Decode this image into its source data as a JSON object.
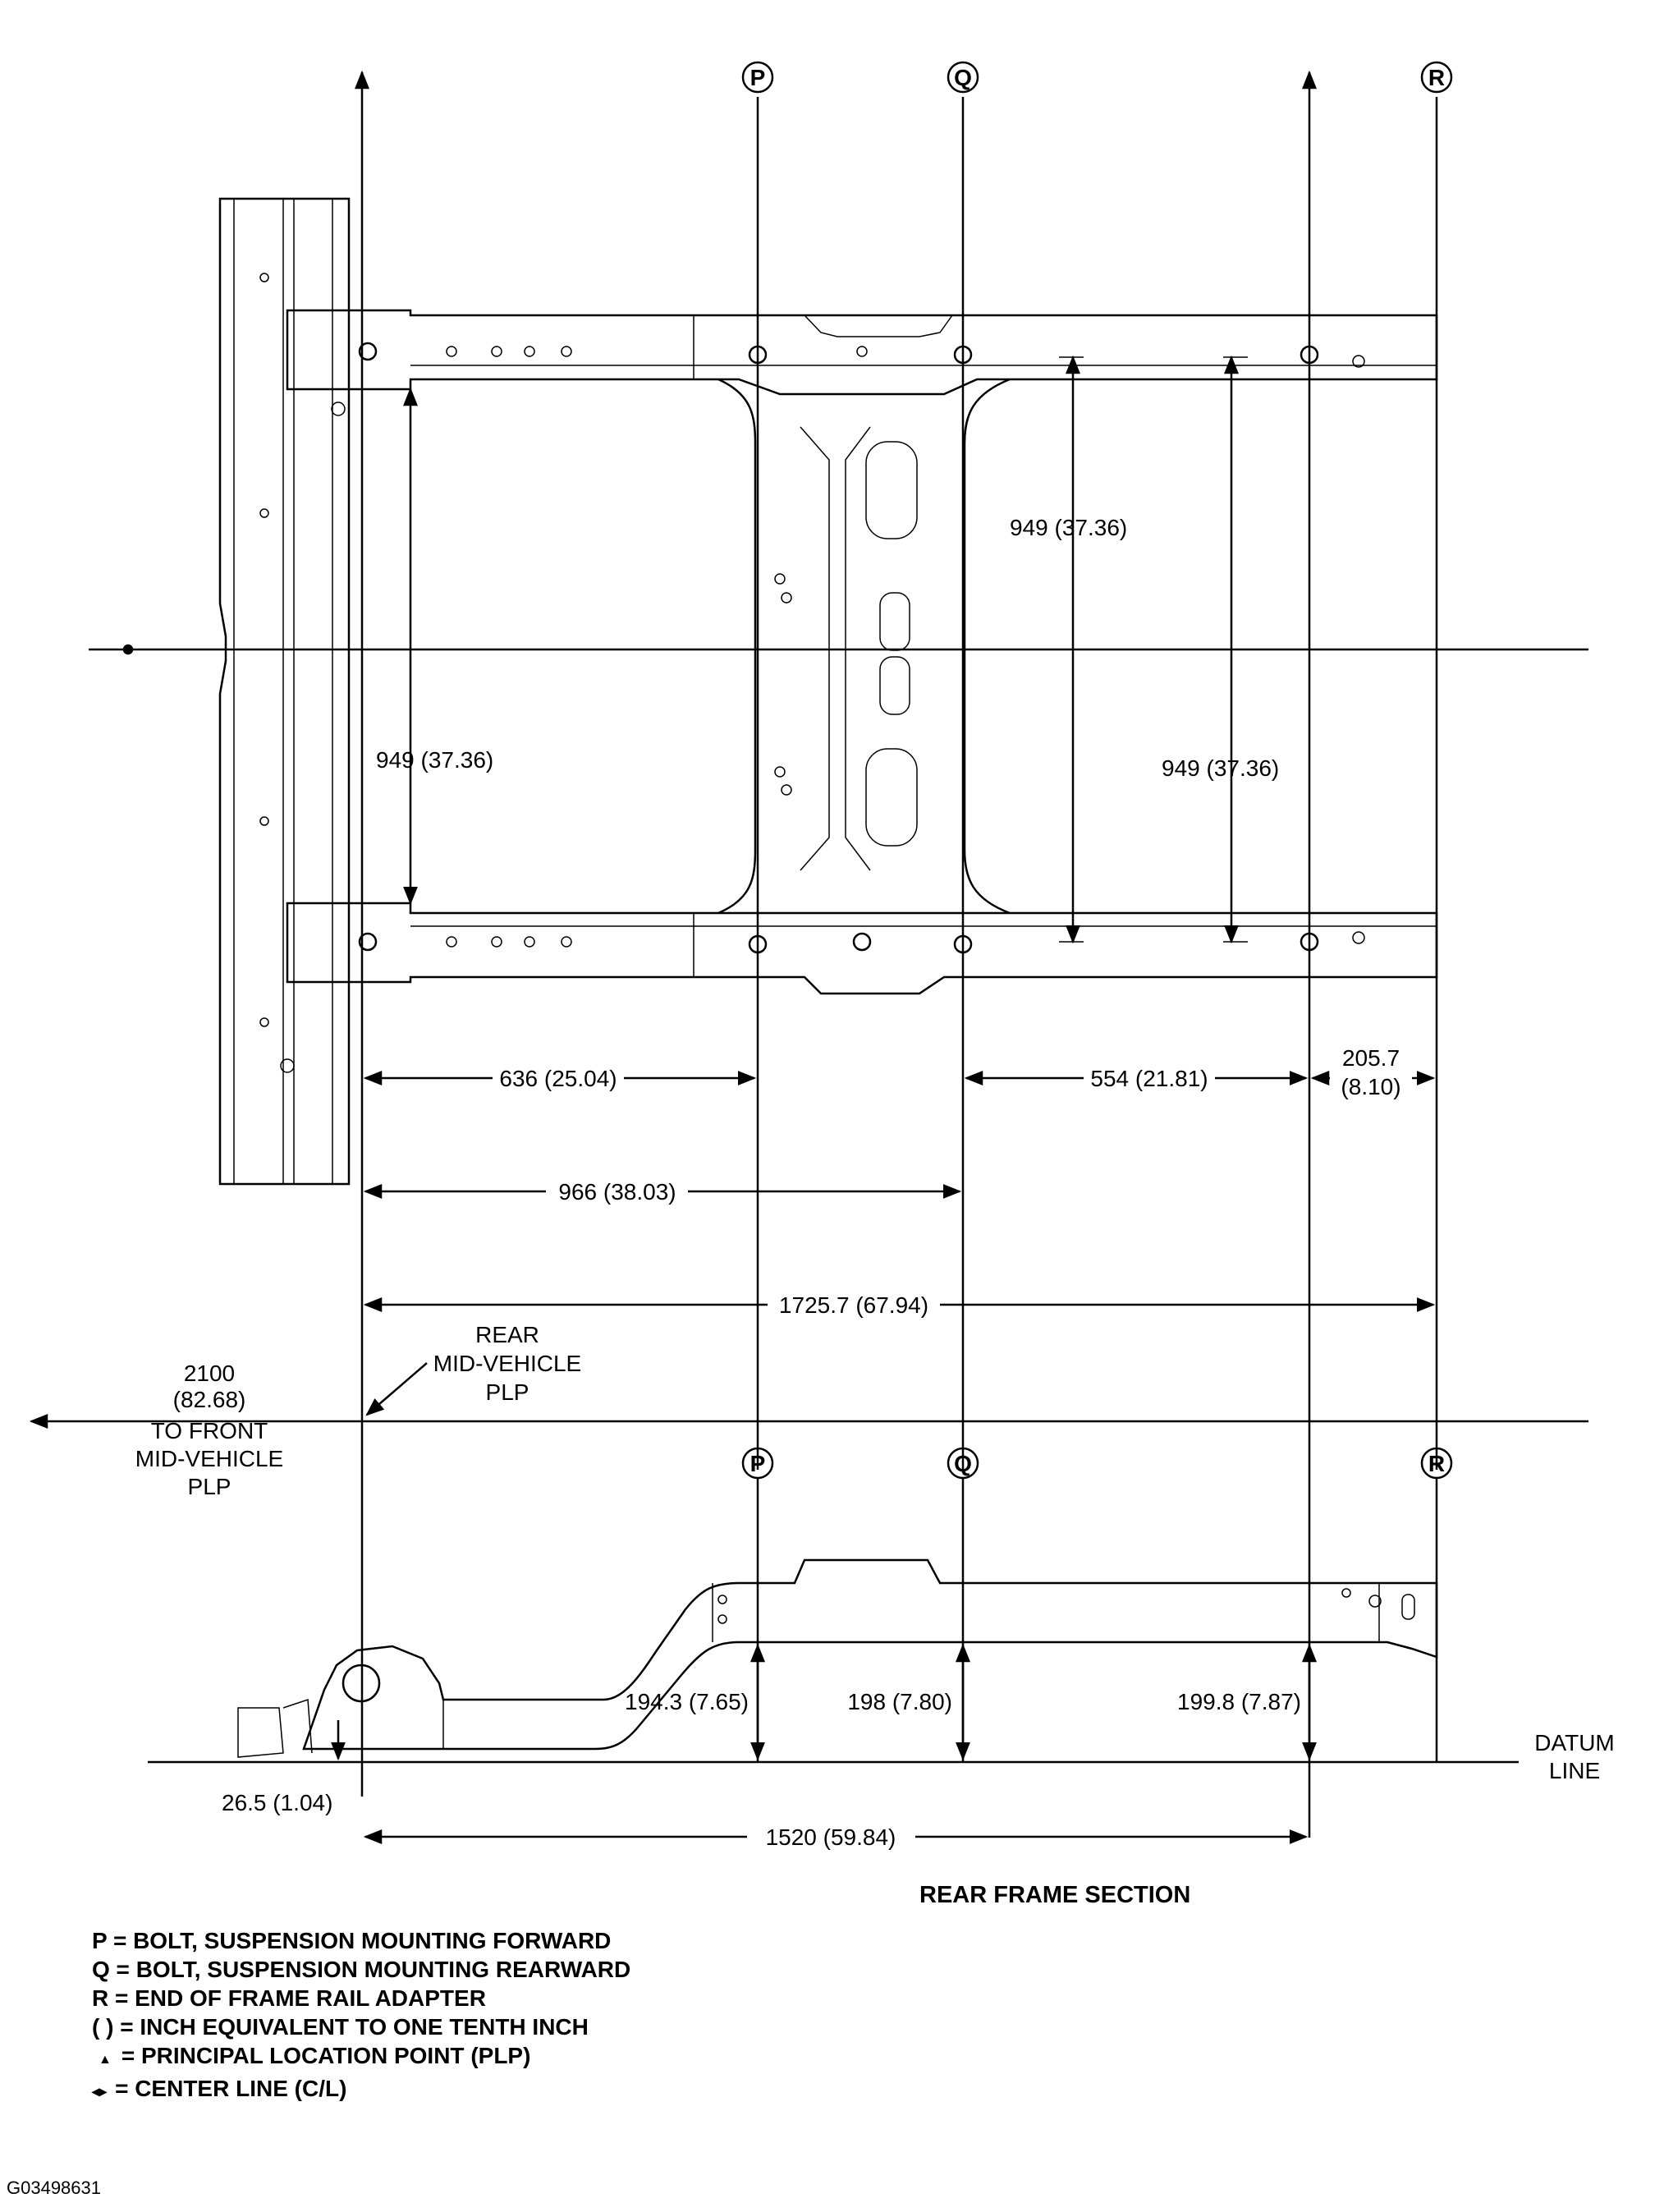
{
  "top_view": {
    "markers": [
      "P",
      "Q",
      "R"
    ],
    "width_dims": [
      "949 (37.36)",
      "949 (37.36)",
      "949 (37.36)"
    ],
    "longitudinal_dims": [
      "636 (25.04)",
      "554 (21.81)",
      "205.7",
      "(8.10)",
      "966 (38.03)",
      "1725.7 (67.94)"
    ]
  },
  "plp_label": [
    "REAR",
    "MID-VEHICLE",
    "PLP"
  ],
  "front_plp_label": [
    "2100",
    "(82.68)",
    "TO FRONT",
    "MID-VEHICLE",
    "PLP"
  ],
  "side_view": {
    "markers": [
      "P",
      "Q",
      "R"
    ],
    "heights": [
      "194.3 (7.65)",
      "198 (7.80)",
      "199.8 (7.87)",
      "26.5 (1.04)"
    ],
    "datum_label": [
      "DATUM",
      "LINE"
    ],
    "length_dim": "1520 (59.84)",
    "title": "REAR FRAME SECTION"
  },
  "legend": [
    "P = BOLT, SUSPENSION MOUNTING FORWARD",
    "Q = BOLT, SUSPENSION MOUNTING REARWARD",
    "R = END OF FRAME RAIL ADAPTER",
    "( ) = INCH EQUIVALENT TO ONE TENTH INCH",
    "= PRINCIPAL LOCATION POINT (PLP)",
    "= CENTER LINE (C/L)"
  ],
  "figure_id": "G03498631"
}
